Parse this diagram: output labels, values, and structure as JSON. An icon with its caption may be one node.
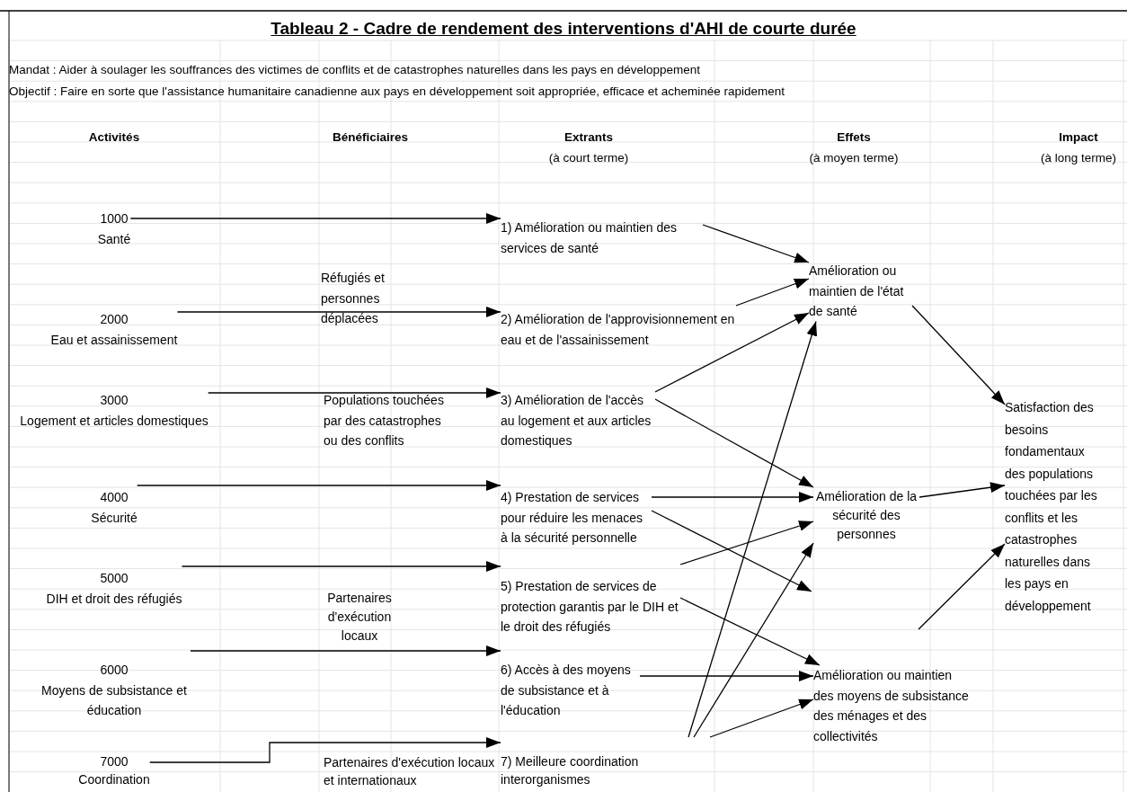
{
  "diagram": {
    "title": "Tableau 2 - Cadre de rendement des interventions d'AHI  de courte durée",
    "nodes": [
      {
        "text": [
          "1000",
          "Santé"
        ]
      },
      {
        "text": [
          "2000",
          "Eau et assainissement"
        ]
      },
      {
        "text": [
          "3000",
          "Logement et articles domestiques"
        ]
      },
      {
        "text": [
          "4000",
          "Sécurité"
        ]
      },
      {
        "text": [
          "5000",
          "DIH et droit des réfugiés"
        ]
      },
      {
        "text": [
          "6000",
          "Moyens de subsistance et éducation"
        ]
      },
      {
        "text": [
          "7000",
          "Coordination"
        ]
      },
      {
        "text": [
          "Réfugiés et personnes déplacées"
        ]
      },
      {
        "text": [
          "Populations touchées par des catastrophes ou des conflits"
        ]
      },
      {
        "text": [
          "Partenaires d'exécution locaux"
        ]
      },
      {
        "text": [
          "Partenaires d'exécution locaux et internationaux"
        ]
      },
      {
        "text": [
          "1) Amélioration ou maintien des services de santé"
        ]
      },
      {
        "text": [
          "2) Amélioration de l'approvisionnement en eau et de l'assainissement"
        ]
      },
      {
        "text": [
          "3) Amélioration de l'accès au logement et aux articles domestiques"
        ]
      },
      {
        "text": [
          "4) Prestation de services pour réduire les menaces à la sécurité personnelle"
        ]
      },
      {
        "text": [
          "5) Prestation de services de protection garantis par le DIH et le droit des réfugiés"
        ]
      },
      {
        "text": [
          "6) Accès à des moyens de subsistance et à l'éducation"
        ]
      },
      {
        "text": [
          "7) Meilleure coordination interorganismes"
        ]
      },
      {
        "text": [
          "Amélioration ou maintien de l'état de santé"
        ]
      },
      {
        "text": [
          "Amélioration de la sécurité des personnes"
        ]
      },
      {
        "text": [
          "Amélioration ou maintien des moyens de subsistance des ménages et des collectivités"
        ]
      },
      {
        "text": [
          "Satisfaction des besoins fondamentaux des populations touchées par les conflits et les catastrophes naturelles dans les pays en développement"
        ]
      }
    ],
    "edges": [
      {
        "from": 0,
        "to": 11,
        "arrow": "to"
      },
      {
        "from": 1,
        "to": 12,
        "arrow": "to"
      },
      {
        "from": 2,
        "to": 13,
        "arrow": "to"
      },
      {
        "from": 3,
        "to": 14,
        "arrow": "to"
      },
      {
        "from": 4,
        "to": 15,
        "arrow": "to"
      },
      {
        "from": 5,
        "to": 16,
        "arrow": "to"
      },
      {
        "from": 6,
        "to": 17,
        "arrow": "to"
      },
      {
        "from": 11,
        "to": 18,
        "arrow": "to"
      },
      {
        "from": 12,
        "to": 18,
        "arrow": "to"
      },
      {
        "from": 13,
        "to": 18,
        "arrow": "to"
      },
      {
        "from": 17,
        "to": 18,
        "arrow": "to"
      },
      {
        "from": 13,
        "to": 19,
        "arrow": "to"
      },
      {
        "from": 14,
        "to": 19,
        "arrow": "to"
      },
      {
        "from": 15,
        "to": 19,
        "arrow": "to"
      },
      {
        "from": 17,
        "to": 19,
        "arrow": "to"
      },
      {
        "from": 14,
        "to": null,
        "arrow": "to"
      },
      {
        "from": 15,
        "to": 20,
        "arrow": "to"
      },
      {
        "from": 16,
        "to": 20,
        "arrow": "to"
      },
      {
        "from": 17,
        "to": 20,
        "arrow": "to"
      },
      {
        "from": 18,
        "to": 21,
        "arrow": "to"
      },
      {
        "from": 19,
        "to": 21,
        "arrow": "to"
      },
      {
        "from": null,
        "to": 21,
        "arrow": "to"
      }
    ],
    "labels": [
      "Mandat : Aider à soulager les souffrances des victimes de conflits et de catastrophes naturelles dans les pays en développement",
      "Objectif : Faire en sorte que l'assistance humanitaire canadienne aux pays en développement soit appropriée, efficace et acheminée rapidement",
      "Activités",
      "Bénéficiaires",
      "Extrants",
      "Effets",
      "Impact",
      "(à court terme)",
      "(à moyen terme)",
      "(à long terme)"
    ]
  }
}
